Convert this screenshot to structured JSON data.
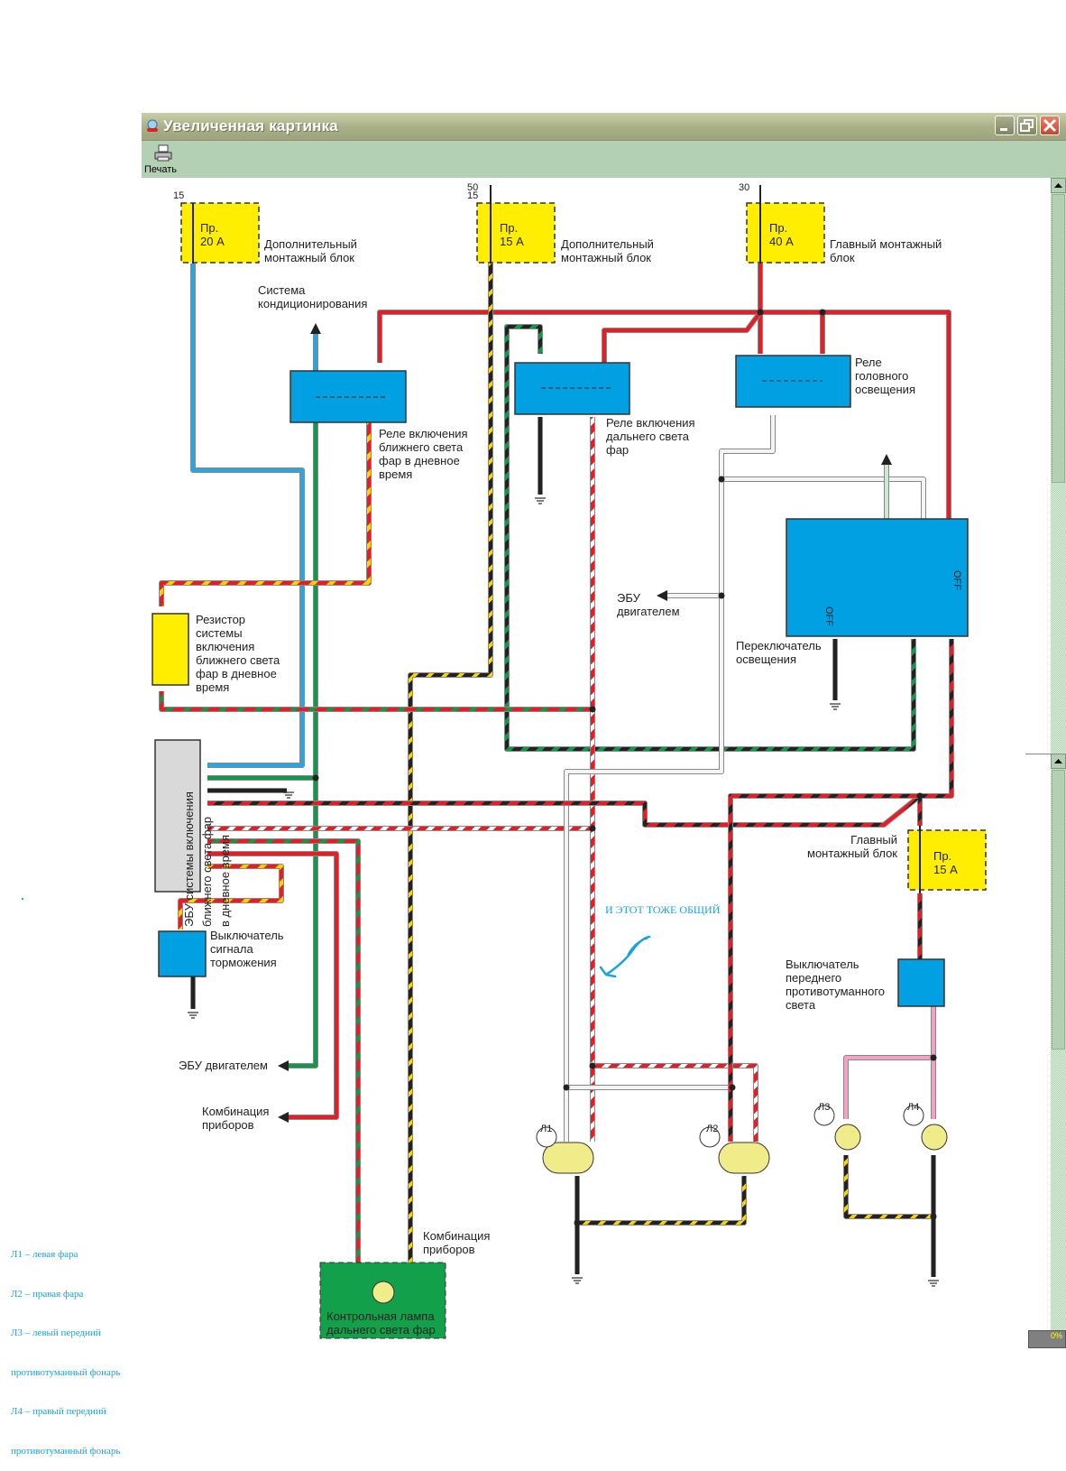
{
  "window": {
    "title": "Увеличенная картинка",
    "buttons": [
      "minimize",
      "restore",
      "close"
    ]
  },
  "toolbar": {
    "print_label": "Печать",
    "print_icon": "printer-icon"
  },
  "diagram": {
    "terminals": {
      "t1": "15",
      "t2a": "50",
      "t2b": "15",
      "t3": "30"
    },
    "fuses": [
      {
        "id": "f1",
        "label": "Пр.\n20 A",
        "block": "Дополнительный\nмонтажный блок"
      },
      {
        "id": "f2",
        "label": "Пр.\n15 A",
        "block": "Дополнительный\nмонтажный блок"
      },
      {
        "id": "f3",
        "label": "Пр.\n40 A",
        "block": "Главный монтажный\nблок"
      },
      {
        "id": "f4",
        "label": "Пр.\n15 A",
        "block": "Главный\nмонтажный блок"
      }
    ],
    "labels": {
      "ac_system": "Система\nкондиционирования",
      "relay_low_beam": "Реле включения\nближнего света\nфар в дневное\nвремя",
      "relay_high_beam": "Реле включения\nдальнего света\nфар",
      "relay_headlight": "Реле\nголовного\nосвещения",
      "ecu_engine_1": "ЭБУ\nдвигателем",
      "light_switch": "Переключатель\nосвещения",
      "resistor": "Резистор\nсистемы\nвключения\nближнего света\nфар в дневное\nвремя",
      "drl_ecu": "ЭБУ системы включения\nближнего света фар\nв дневное время",
      "brake_switch": "Выключатель\nсигнала\nторможения",
      "ecu_engine_2": "ЭБУ двигателем",
      "instrument_cluster_1": "Комбинация\nприборов",
      "instrument_cluster_2": "Комбинация\nприборов",
      "fog_switch": "Выключатель\nпереднего\nпротивотуманного\nсвета",
      "high_beam_lamp": "Контрольная лампа\nдальнего света фар",
      "off_1": "OFF",
      "off_2": "OFF"
    },
    "lamps": [
      "Л1",
      "Л2",
      "Л3",
      "Л4"
    ],
    "annotation": "И ЭТОТ ТОЖЕ ОБЩИЙ"
  },
  "legend": [
    "Л1 – левая фара",
    "Л2 – правая фара",
    "Л3 – левый передний",
    "противотуманный фонарь",
    "Л4 – правый передний",
    "противотуманный фонарь"
  ],
  "status": {
    "zoom_value": "0%"
  },
  "colors": {
    "relay_blue": "#00a0e3",
    "fuse_yellow": "#ffee00",
    "wire_red": "#e41e26",
    "wire_green": "#12984a",
    "wire_blue": "#2ba5e0",
    "wire_pink": "#f2a3c3",
    "lamp_green": "#12a04a",
    "annotation_blue": "#1aa3e0"
  }
}
